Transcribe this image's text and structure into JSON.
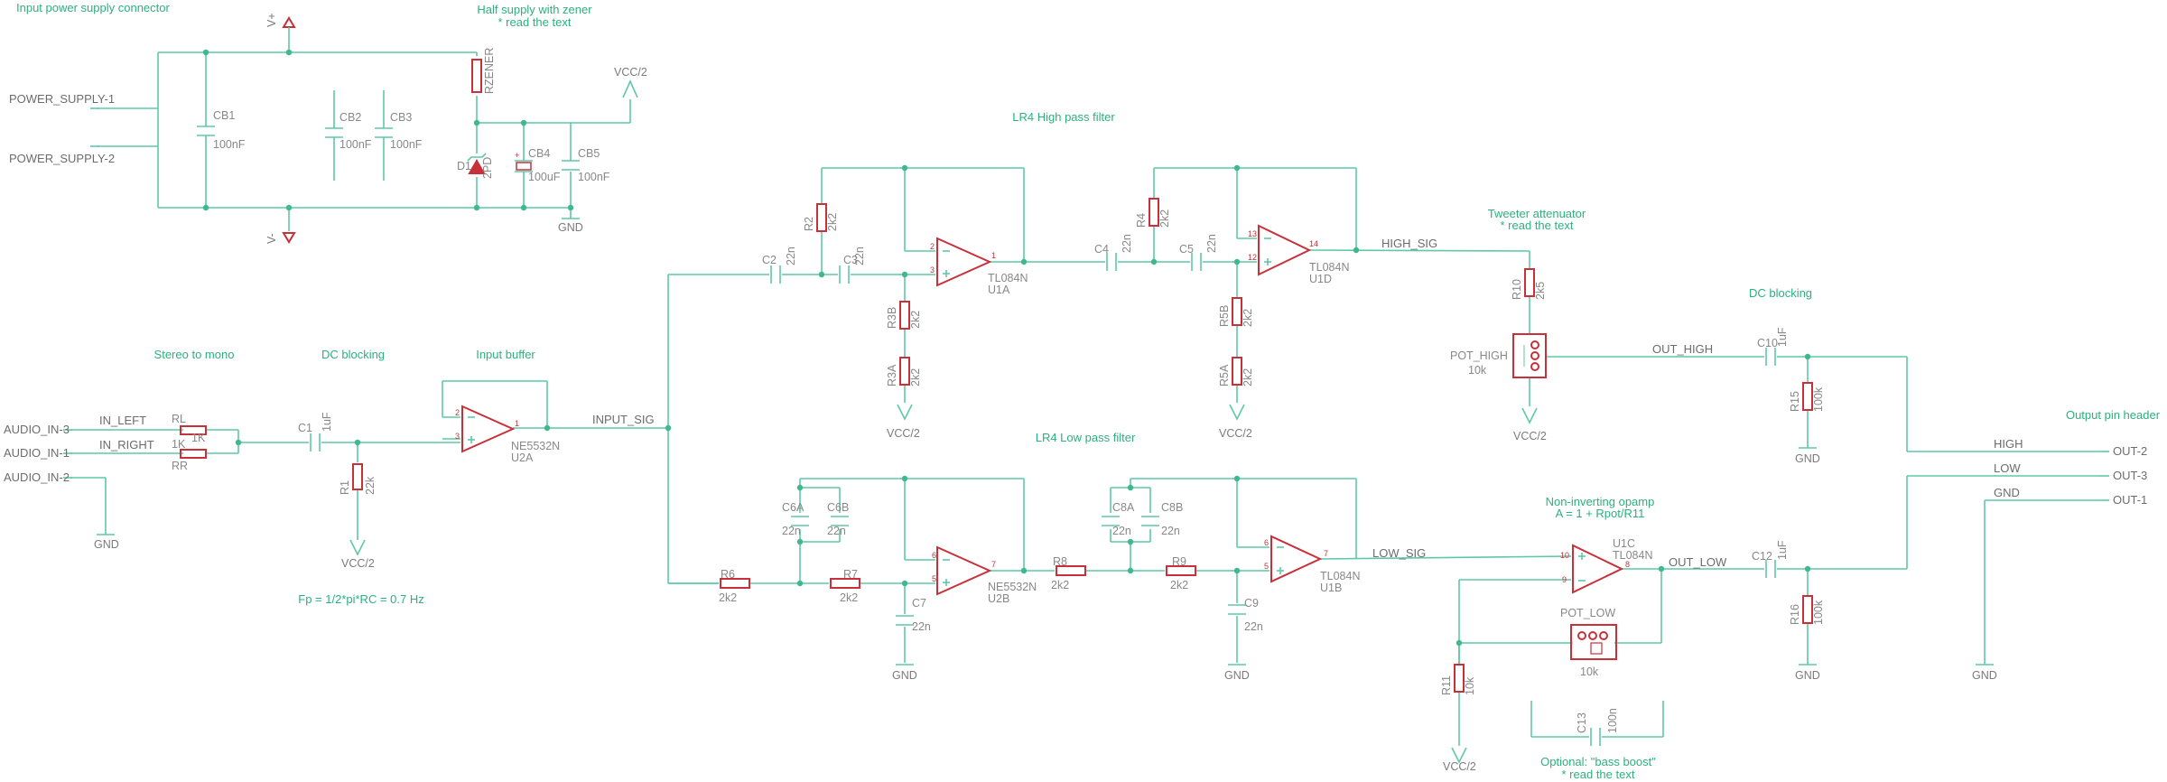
{
  "notes": {
    "input_power": "Input power supply connector",
    "half_supply": "Half supply with zener",
    "read_text": "* read the text",
    "lr4_high": "LR4 High pass filter",
    "lr4_low": "LR4 Low pass filter",
    "tweeter": "Tweeter attenuator",
    "dc_blocking": "DC blocking",
    "stereo_mono": "Stereo to mono",
    "input_buffer": "Input buffer",
    "fp_formula": "Fp = 1/2*pi*RC = 0.7 Hz",
    "output_header": "Output pin header",
    "noninv": "Non-inverting opamp",
    "gain_formula": "A = 1 + Rpot/R11",
    "optional": "Optional: \"bass boost\""
  },
  "nets": {
    "power1": "POWER_SUPPLY-1",
    "power2": "POWER_SUPPLY-2",
    "audio3": "AUDIO_IN-3",
    "audio1": "AUDIO_IN-1",
    "audio2": "AUDIO_IN-2",
    "in_left": "IN_LEFT",
    "in_right": "IN_RIGHT",
    "input_sig": "INPUT_SIG",
    "high_sig": "HIGH_SIG",
    "low_sig": "LOW_SIG",
    "out_high": "OUT_HIGH",
    "out_low": "OUT_LOW",
    "high": "HIGH",
    "low": "LOW",
    "gnd": "GND",
    "out2": "OUT-2",
    "out3": "OUT-3",
    "out1": "OUT-1"
  },
  "supply": {
    "vplus": "V+",
    "vminus": "V-",
    "vcc2": "VCC/2",
    "gnd": "GND"
  },
  "parts": {
    "CB1": "CB1",
    "CB1_v": "100nF",
    "CB2": "CB2",
    "CB2_v": "100nF",
    "CB3": "CB3",
    "CB3_v": "100nF",
    "CB4": "CB4",
    "CB4_v": "100uF",
    "CB5": "CB5",
    "CB5_v": "100nF",
    "RZENER": "RZENER",
    "D1": "D1",
    "D1_v": "2PD",
    "RL": "RL",
    "RL_v": "1K",
    "RR": "RR",
    "RR_v": "1K",
    "C1": "C1",
    "C1_v": "1uF",
    "R1": "R1",
    "R1_v": "22k",
    "U2A": "U2A",
    "U2A_v": "NE5532N",
    "C2": "C2",
    "C2_v": "22n",
    "C3": "C3",
    "C3_v": "22n",
    "R2": "R2",
    "R2_v": "2k2",
    "R3B": "R3B",
    "R3B_v": "2k2",
    "R3A": "R3A",
    "R3A_v": "2k2",
    "U1A": "U1A",
    "U1A_v": "TL084N",
    "C4": "C4",
    "C4_v": "22n",
    "C5": "C5",
    "C5_v": "22n",
    "R4": "R4",
    "R4_v": "2k2",
    "R5B": "R5B",
    "R5B_v": "2k2",
    "R5A": "R5A",
    "R5A_v": "2k2",
    "U1D": "U1D",
    "U1D_v": "TL084N",
    "R10": "R10",
    "R10_v": "2k5",
    "POT_HIGH": "POT_HIGH",
    "POT_HIGH_v": "10k",
    "C10": "C10",
    "C10_v": "1uF",
    "R15": "R15",
    "R15_v": "100k",
    "C6A": "C6A",
    "C6A_v": "22n",
    "C6B": "C6B",
    "C6B_v": "22n",
    "R6": "R6",
    "R6_v": "2k2",
    "R7": "R7",
    "R7_v": "2k2",
    "C7": "C7",
    "C7_v": "22n",
    "U2B": "U2B",
    "U2B_v": "NE5532N",
    "R8": "R8",
    "R8_v": "2k2",
    "R9": "R9",
    "R9_v": "2k2",
    "C8A": "C8A",
    "C8A_v": "22n",
    "C8B": "C8B",
    "C8B_v": "22n",
    "C9": "C9",
    "C9_v": "22n",
    "U1B": "U1B",
    "U1B_v": "TL084N",
    "U1C": "U1C",
    "U1C_v": "TL084N",
    "POT_LOW": "POT_LOW",
    "POT_LOW_v": "10k",
    "R11": "R11",
    "R11_v": "10k",
    "C12": "C12",
    "C12_v": "1uF",
    "R16": "R16",
    "R16_v": "100k",
    "C13": "C13",
    "C13_v": "100n"
  },
  "pins": {
    "u2a_m": "2",
    "u2a_p": "3",
    "u2a_o": "1",
    "u1a_m": "2",
    "u1a_p": "3",
    "u1a_o": "1",
    "u1d_m": "13",
    "u1d_p": "12",
    "u1d_o": "14",
    "u2b_m": "6",
    "u2b_p": "5",
    "u2b_o": "7",
    "u1b_m": "6",
    "u1b_p": "5",
    "u1b_o": "7",
    "u1c_p": "10",
    "u1c_m": "9",
    "u1c_o": "8"
  },
  "colors": {
    "wire": "#5ec8a8",
    "component": "#c8303a",
    "note": "#2cb080",
    "label": "#888888"
  }
}
